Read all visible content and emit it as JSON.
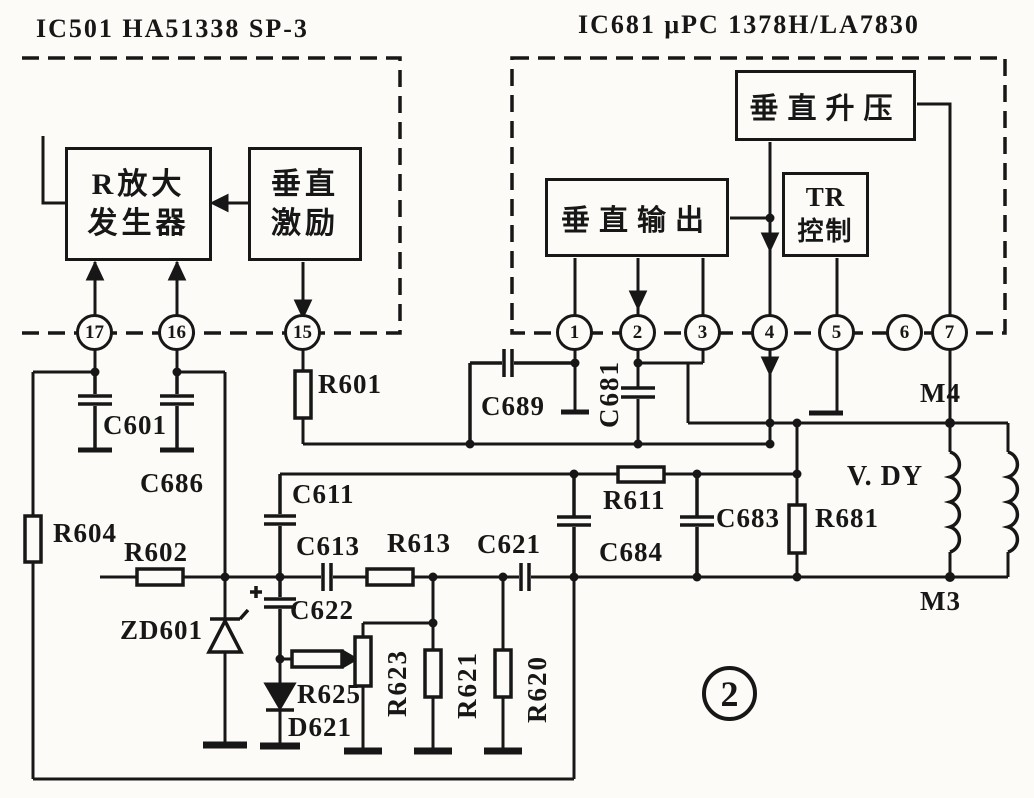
{
  "figure": {
    "number": "2"
  },
  "ic501": {
    "title": "IC501 HA51338 SP-3",
    "blocks": {
      "ramp": {
        "l1": "R放大",
        "l2": "发生器"
      },
      "drive": {
        "l1": "垂直",
        "l2": "激励"
      }
    },
    "pins": [
      "17",
      "16",
      "15"
    ]
  },
  "ic681": {
    "title": "IC681 μPC 1378H/LA7830",
    "blocks": {
      "vout": "垂直输出",
      "boost": "垂直升压",
      "tr": {
        "l1": "TR",
        "l2": "控制"
      }
    },
    "pins": [
      "1",
      "2",
      "3",
      "4",
      "5",
      "6",
      "7"
    ]
  },
  "components": {
    "r601": "R601",
    "c689": "C689",
    "c681": "C681",
    "c601": "C601",
    "c686": "C686",
    "r604": "R604",
    "r602": "R602",
    "zd601": "ZD601",
    "c611": "C611",
    "c613": "R613",
    "r613_label": "R613",
    "c613_label": "C613",
    "c621": "C621",
    "c622": "C622",
    "r625": "R625",
    "d621": "D621",
    "r623": "R623",
    "r621": "R621",
    "r620": "R620",
    "r611": "R611",
    "c683": "C683",
    "c684": "C684",
    "r681": "R681"
  },
  "terminals": {
    "m4": "M4",
    "m3": "M3",
    "vdy": "V. DY"
  }
}
